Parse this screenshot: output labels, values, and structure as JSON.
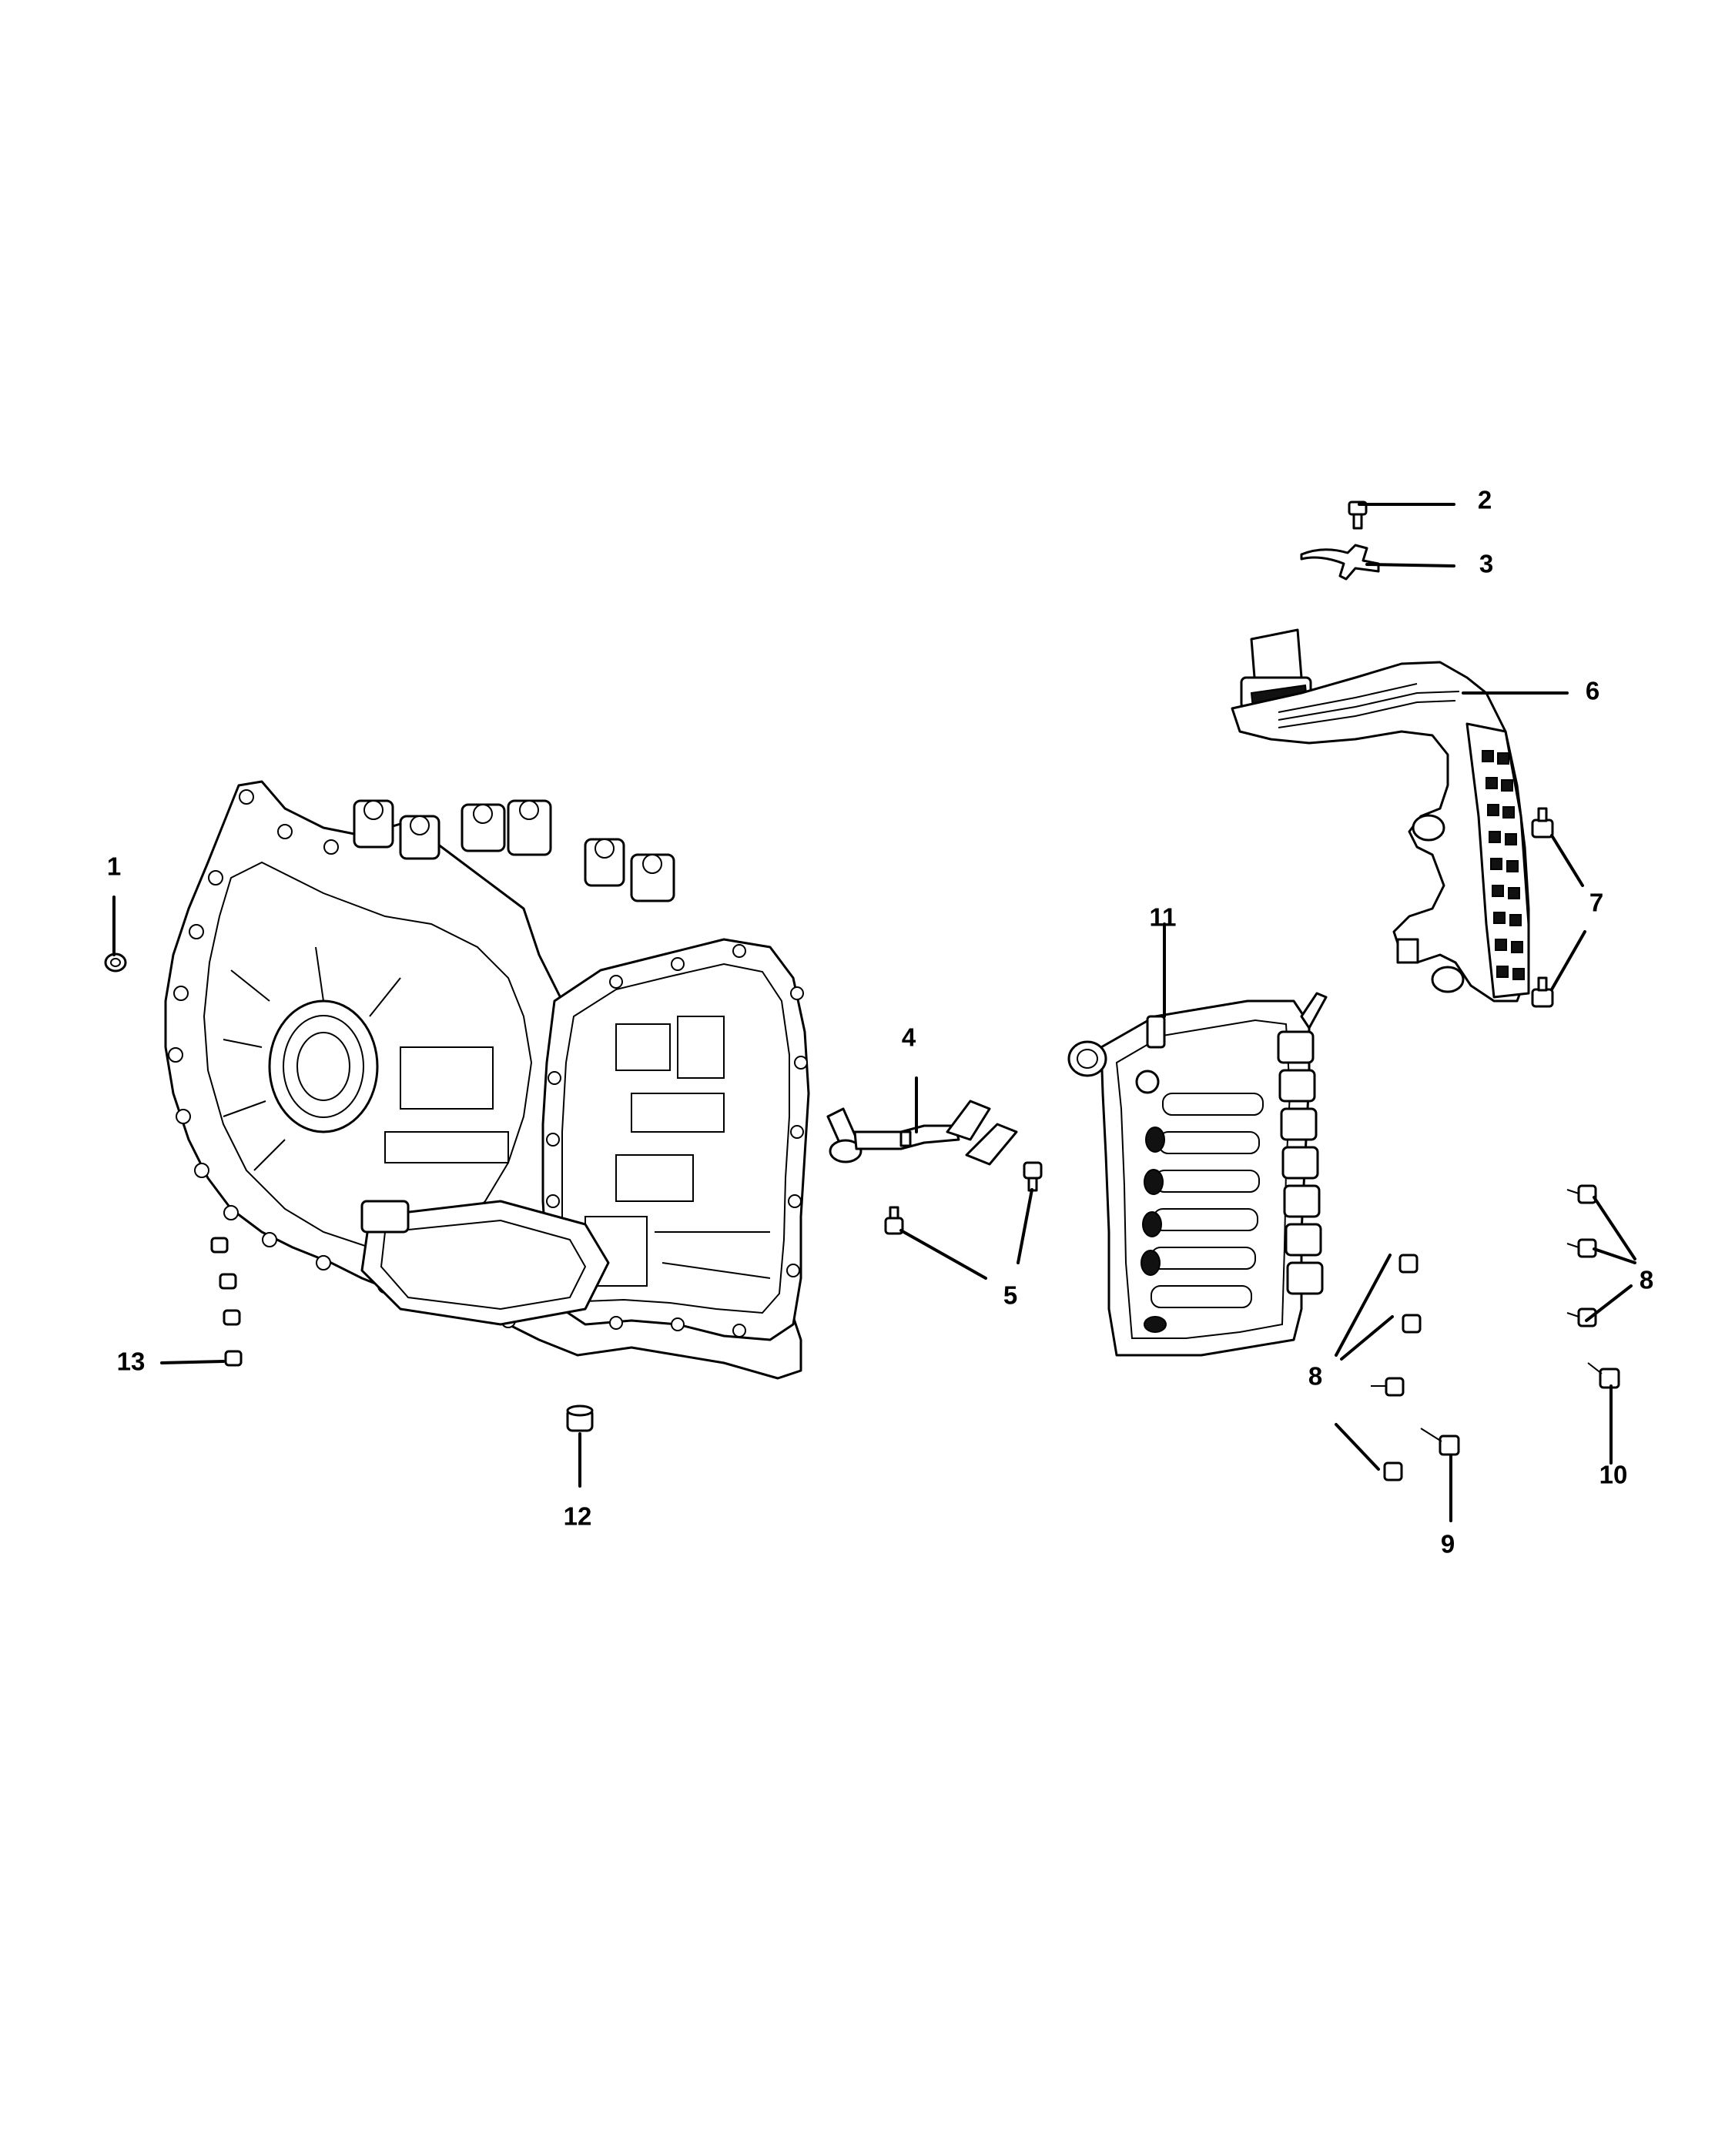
{
  "diagram": {
    "callouts": [
      {
        "id": "1",
        "label": "1"
      },
      {
        "id": "2",
        "label": "2"
      },
      {
        "id": "3",
        "label": "3"
      },
      {
        "id": "4",
        "label": "4"
      },
      {
        "id": "5",
        "label": "5"
      },
      {
        "id": "6",
        "label": "6"
      },
      {
        "id": "7",
        "label": "7"
      },
      {
        "id": "8a",
        "label": "8"
      },
      {
        "id": "8b",
        "label": "8"
      },
      {
        "id": "9",
        "label": "9"
      },
      {
        "id": "10",
        "label": "10"
      },
      {
        "id": "11",
        "label": "11"
      },
      {
        "id": "12",
        "label": "12"
      },
      {
        "id": "13",
        "label": "13"
      }
    ]
  }
}
